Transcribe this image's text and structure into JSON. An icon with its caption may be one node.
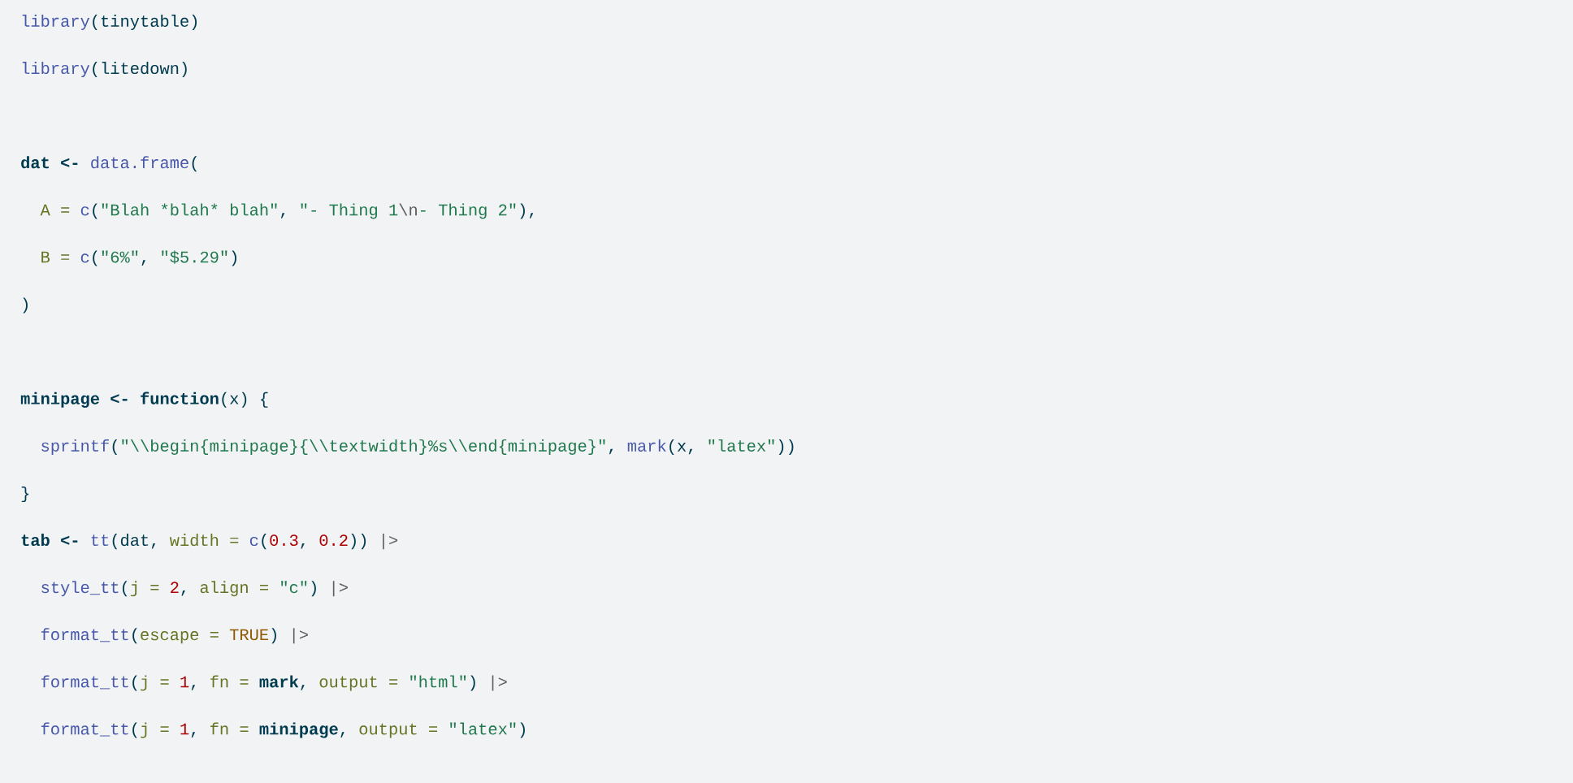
{
  "diagram": {
    "labels": [
      "library",
      "(tinytable)",
      "library",
      "(litedown)",
      "dat <-",
      "data.frame",
      "(",
      "A =",
      "c",
      "(",
      "\"Blah",
      "*",
      "blah",
      "*",
      "blah\"",
      ",",
      "\"- Thing 1",
      "\\n",
      "- Thing 2\"",
      "),",
      "B =",
      "c",
      "(",
      "\"6%\"",
      ",",
      "\"$5.29\"",
      ")",
      ")",
      "minipage <-",
      "function",
      "(x)",
      "{",
      "sprintf",
      "(",
      "\"\\\\begin{minipage}{\\\\textwidth}%s\\\\end{minipage}\"",
      ",",
      "mark",
      "(x,",
      "\"latex\"",
      "))",
      "}",
      "tab <-",
      "tt",
      "(dat,",
      "width =",
      "c",
      "(",
      "0.3",
      ",",
      "0.2",
      "))",
      "|>",
      "style_tt",
      "(",
      "j =",
      "2",
      ",",
      "align =",
      "\"c\"",
      ")",
      "|>",
      "format_tt",
      "(",
      "escape =",
      "TRUE",
      ")",
      "|>",
      "format_tt",
      "(",
      "j =",
      "1",
      ",",
      "fn =",
      "mark",
      ",",
      "output =",
      "\"html\"",
      ")",
      "|>",
      "format_tt",
      "(",
      "j =",
      "1",
      ",",
      "fn =",
      "minipage",
      ",",
      "output =",
      "\"latex\"",
      ")"
    ]
  }
}
